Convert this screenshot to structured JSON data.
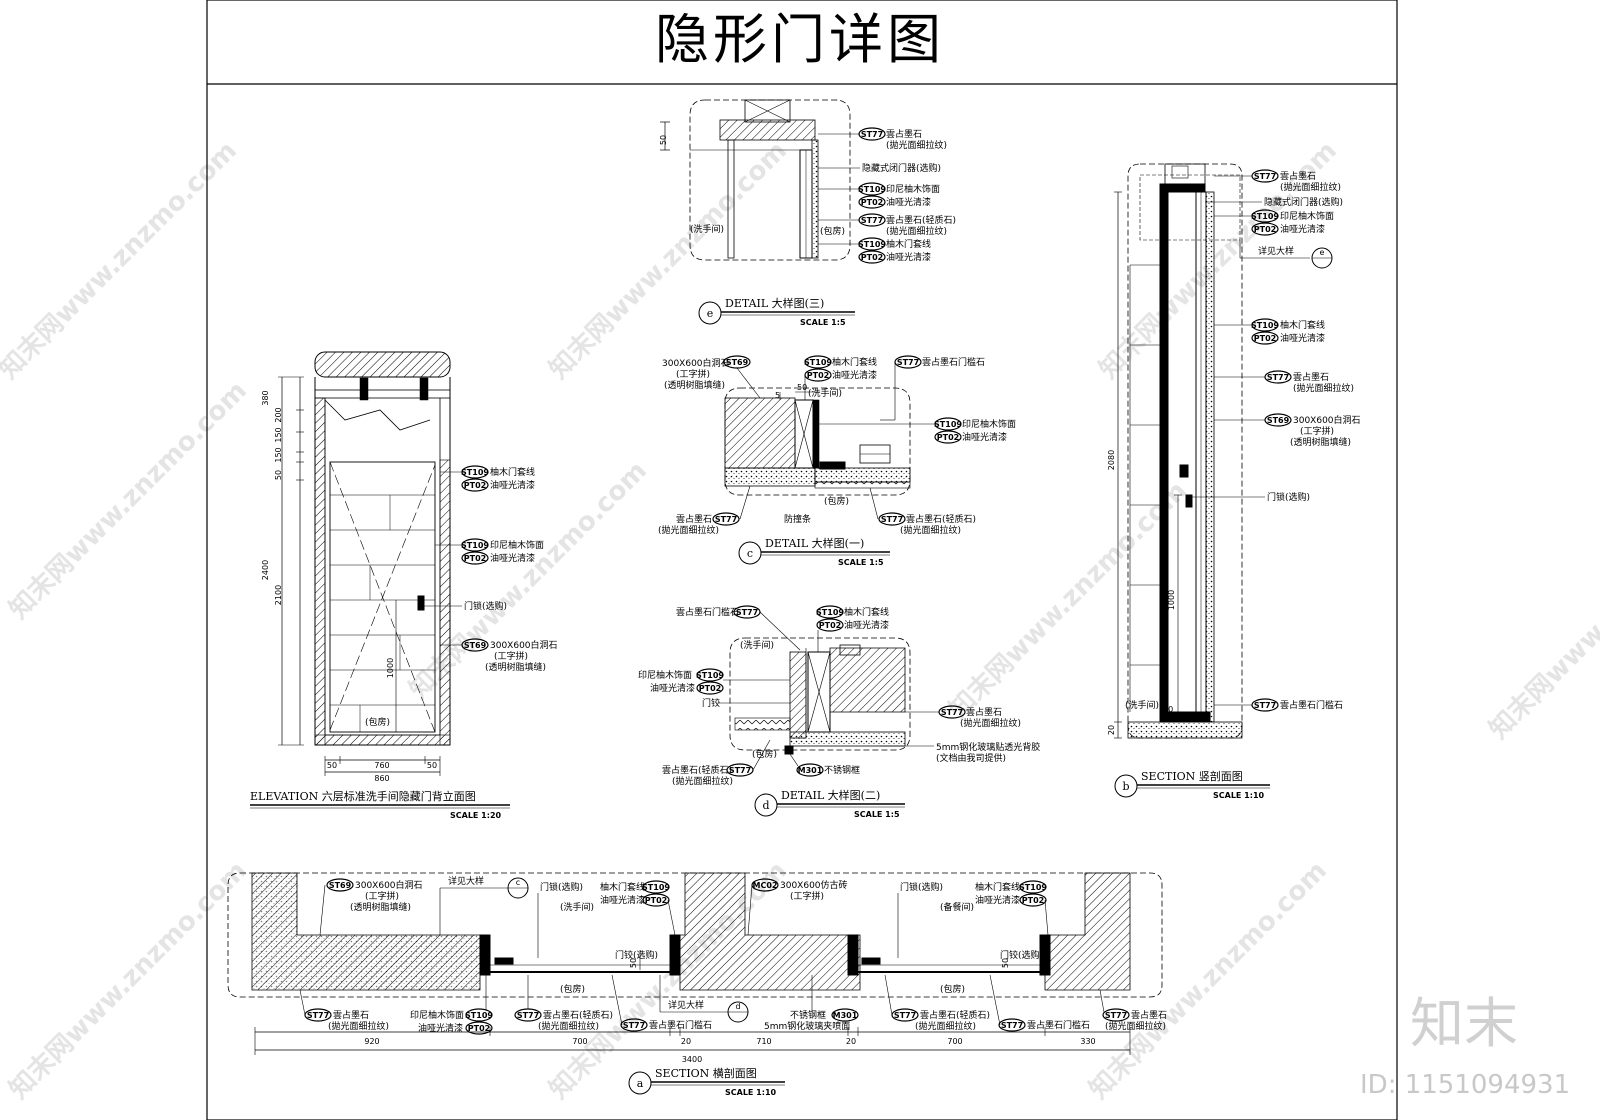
{
  "title": "隐形门详图",
  "watermark": {
    "site": "知末网www.znzmo.com",
    "logo": "知末",
    "id": "ID: 1151094931"
  },
  "drawings": {
    "e": {
      "marker": "e",
      "title": "DETAIL    大样图(三)",
      "scale": "SCALE  1:5",
      "dim": "50",
      "room1": "(洗手间)",
      "room2": "(包房)",
      "notes": [
        {
          "tag": "ST77",
          "line1": "雲占墨石",
          "line2": "(拋光面细拉纹)"
        },
        {
          "tag": "",
          "line1": "隐藏式闭门器(选购)",
          "line2": ""
        },
        {
          "tag": "ST109",
          "line1": "印尼柚木饰面",
          "line2": ""
        },
        {
          "tag": "PT02",
          "line1": "油哑光清漆",
          "line2": ""
        },
        {
          "tag": "ST77",
          "line1": "雲占墨石(轻质石)",
          "line2": "(拋光面细拉纹)"
        },
        {
          "tag": "ST109",
          "line1": "柚木门套线",
          "line2": ""
        },
        {
          "tag": "PT02",
          "line1": "油哑光清漆",
          "line2": ""
        }
      ]
    },
    "c": {
      "marker": "c",
      "title": "DETAIL    大样图(一)",
      "scale": "SCALE  1:5",
      "dims": [
        "5",
        "50"
      ],
      "room1": "(洗手间)",
      "room2": "(包房)",
      "anti": "防撞条",
      "left_note": {
        "tag": "ST69",
        "line1": "300X600白洞石",
        "line2": "(工字拼)",
        "line3": "(透明树脂填缝)"
      },
      "top_note": {
        "tag": "ST109",
        "line1": "柚木门套线",
        "tag2": "PT02",
        "line2": "油哑光清漆"
      },
      "top_right_note": {
        "tag": "ST77",
        "line1": "雲占墨石门槛石"
      },
      "right_note": {
        "tag": "ST109",
        "line1": "印尼柚木饰面",
        "tag2": "PT02",
        "line2": "油哑光清漆"
      },
      "bl_note": {
        "tag": "ST77",
        "line1": "雲占墨石",
        "line2": "(拋光面细拉纹)"
      },
      "br_note": {
        "tag": "ST77",
        "line1": "雲占墨石(轻质石)",
        "line2": "(拋光面细拉纹)"
      }
    },
    "d": {
      "marker": "d",
      "title": "DETAIL    大样图(二)",
      "scale": "SCALE  1:5",
      "room1": "(洗手间)",
      "room2": "(包房)",
      "tl_note": {
        "tag": "ST77",
        "line1": "雲占墨石门槛石"
      },
      "top_note": {
        "tag": "ST109",
        "line1": "柚木门套线",
        "tag2": "PT02",
        "line2": "油哑光清漆"
      },
      "left_note": {
        "tag": "ST109",
        "line1": "印尼柚木饰面",
        "tag2": "PT02",
        "line2": "油哑光清漆"
      },
      "hinge": "门铰",
      "right_note": {
        "tag": "ST77",
        "line1": "雲占墨石",
        "line2": "(拋光面细拉纹)"
      },
      "glass": "5mm钢化玻璃贴透光背胶",
      "glass2": "(文档由我司提供)",
      "steel": {
        "tag": "M301",
        "line1": "不锈钢框"
      },
      "bl_note": {
        "tag": "ST77",
        "line1": "雲占墨石(轻质石)",
        "line2": "(拋光面细拉纹)"
      }
    },
    "elevation": {
      "title": "ELEVATION  六层标准洗手间隐藏门背立面图",
      "scale": "SCALE  1:20",
      "dims_v": [
        "380",
        "200",
        "150",
        "150",
        "50",
        "2400",
        "2100",
        "1000"
      ],
      "dims_h": [
        "50",
        "760",
        "50",
        "860"
      ],
      "room": "(包房)",
      "notes": [
        {
          "tag": "ST109",
          "line1": "柚木门套线",
          "tag2": "PT02",
          "line2": "油哑光清漆"
        },
        {
          "tag": "ST109",
          "line1": "印尼柚木饰面",
          "tag2": "PT02",
          "line2": "油哑光清漆"
        },
        {
          "tag": "",
          "line1": "门锁(选购)"
        },
        {
          "tag": "ST69",
          "line1": "300X600白洞石",
          "line2": "(工字拼)",
          "line3": "(透明树脂填缝)"
        }
      ]
    },
    "b": {
      "marker": "b",
      "title": "SECTION    竖剖面图",
      "scale": "SCALE  1:10",
      "dims": [
        "2080",
        "1000",
        "20",
        "50"
      ],
      "room": "(洗手间)",
      "ref": "详见大样",
      "ref_marker": "e",
      "notes": [
        {
          "tag": "ST77",
          "line1": "雲占墨石",
          "line2": "(拋光面细拉纹)"
        },
        {
          "tag": "",
          "line1": "隐藏式闭门器(选购)"
        },
        {
          "tag": "ST109",
          "line1": "印尼柚木饰面"
        },
        {
          "tag": "PT02",
          "line1": "油哑光清漆"
        },
        {
          "tag": "ST109",
          "line1": "柚木门套线"
        },
        {
          "tag": "PT02",
          "line1": "油哑光清漆"
        },
        {
          "tag": "ST77",
          "line1": "雲占墨石",
          "line2": "(拋光面细拉纹)"
        },
        {
          "tag": "ST69",
          "line1": "300X600白洞石",
          "line2": "(工字拼)",
          "line3": "(透明树脂填缝)"
        },
        {
          "tag": "",
          "line1": "门锁(选购)"
        },
        {
          "tag": "ST77",
          "line1": "雲占墨石门槛石"
        }
      ]
    },
    "a": {
      "marker": "a",
      "title": "SECTION    横剖面图",
      "scale": "SCALE  1:10",
      "dims": [
        "920",
        "700",
        "20",
        "710",
        "20",
        "700",
        "330",
        "3400",
        "50",
        "50"
      ],
      "ref1": "详见大样",
      "ref1_marker": "c",
      "ref2": "详见大样",
      "ref2_marker": "d",
      "rooms": [
        "(洗手间)",
        "(包房)",
        "(备餐间)",
        "(包房)"
      ],
      "top_notes": [
        {
          "tag": "ST69",
          "line1": "300X600白洞石",
          "line2": "(工字拼)",
          "line3": "(透明树脂填缝)"
        },
        {
          "tag": "",
          "line1": "门锁(选购)"
        },
        {
          "tag": "ST109",
          "line1": "柚木门套线",
          "tag2": "PT02",
          "line2": "油哑光清漆"
        },
        {
          "tag": "MC02",
          "line1": "300X600仿古砖",
          "line2": "(工字拼)"
        },
        {
          "tag": "",
          "line1": "门锁(选购)"
        },
        {
          "tag": "ST109",
          "line1": "柚木门套线",
          "tag2": "PT02",
          "line2": "油哑光清漆"
        }
      ],
      "hinge": "门铰(选购)",
      "bottom_notes": [
        {
          "tag": "ST77",
          "line1": "雲占墨石",
          "line2": "(拋光面细拉纹)"
        },
        {
          "tag": "ST109",
          "line1": "印尼柚木饰面",
          "tag2": "PT02",
          "line2": "油哑光清漆"
        },
        {
          "tag": "ST77",
          "line1": "雲占墨石(轻质石)",
          "line2": "(拋光面细拉纹)"
        },
        {
          "tag": "ST77",
          "line1": "雲占墨石门槛石"
        },
        {
          "tag": "M301",
          "line1": "不锈钢框",
          "line2": "5mm钢化玻璃夹喷面"
        },
        {
          "tag": "ST77",
          "line1": "雲占墨石(轻质石)",
          "line2": "(拋光面细拉纹)"
        },
        {
          "tag": "ST77",
          "line1": "雲占墨石门槛石"
        },
        {
          "tag": "ST77",
          "line1": "雲占墨石",
          "line2": "(拋光面细拉纹)"
        }
      ]
    }
  }
}
